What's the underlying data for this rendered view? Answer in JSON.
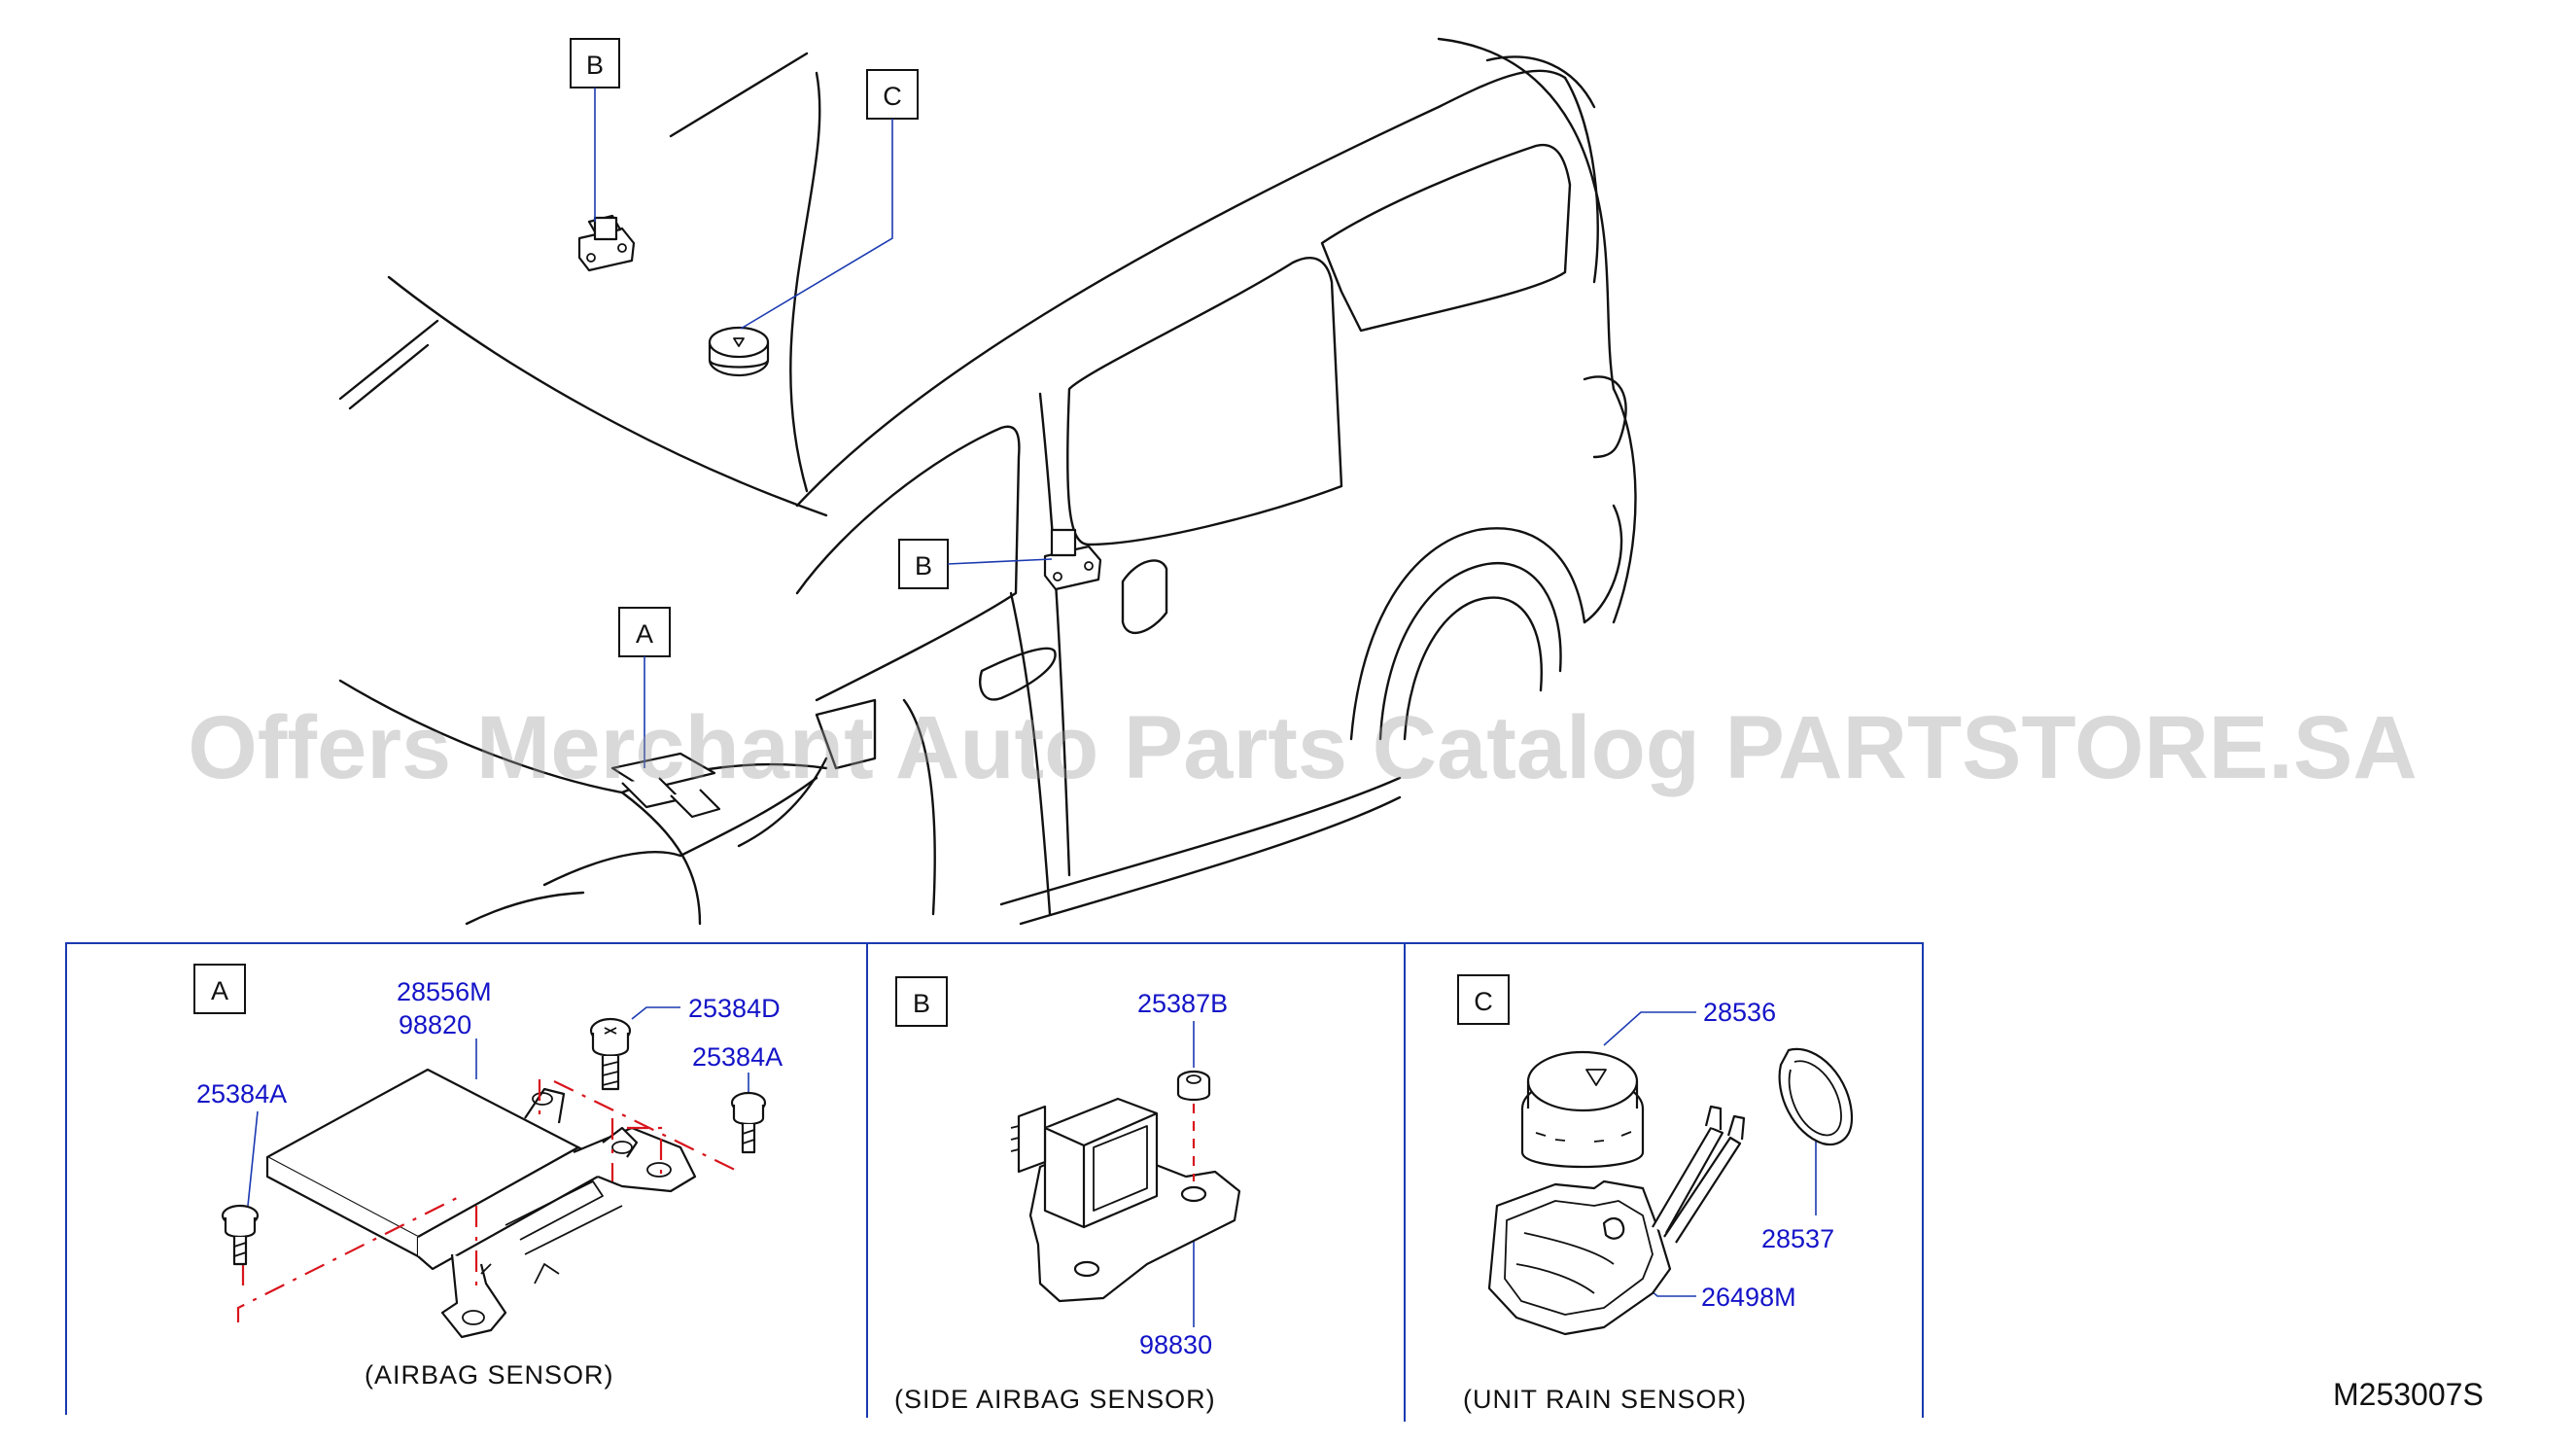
{
  "callouts": {
    "b_top": "B",
    "c_top": "C",
    "b_door": "B",
    "a_top": "A"
  },
  "watermark": "Offers Merchant Auto Parts Catalog PARTSTORE.SA",
  "panels": {
    "a": {
      "letter": "A",
      "caption": "(AIRBAG   SENSOR)",
      "parts": {
        "p1": "28556M",
        "p2": "98820",
        "p3": "25384D",
        "p4": "25384A",
        "p5": "25384A"
      }
    },
    "b": {
      "letter": "B",
      "caption": "(SIDE   AIRBAG   SENSOR)",
      "parts": {
        "p1": "25387B",
        "p2": "98830"
      }
    },
    "c": {
      "letter": "C",
      "caption": "(UNIT   RAIN   SENSOR)",
      "parts": {
        "p1": "28536",
        "p2": "28537",
        "p3": "26498M"
      }
    }
  },
  "diagram_code": "M253007S",
  "colors": {
    "part_number": "#1414c8",
    "leader": "#1a3ab0",
    "dashed": "#d8141c"
  }
}
